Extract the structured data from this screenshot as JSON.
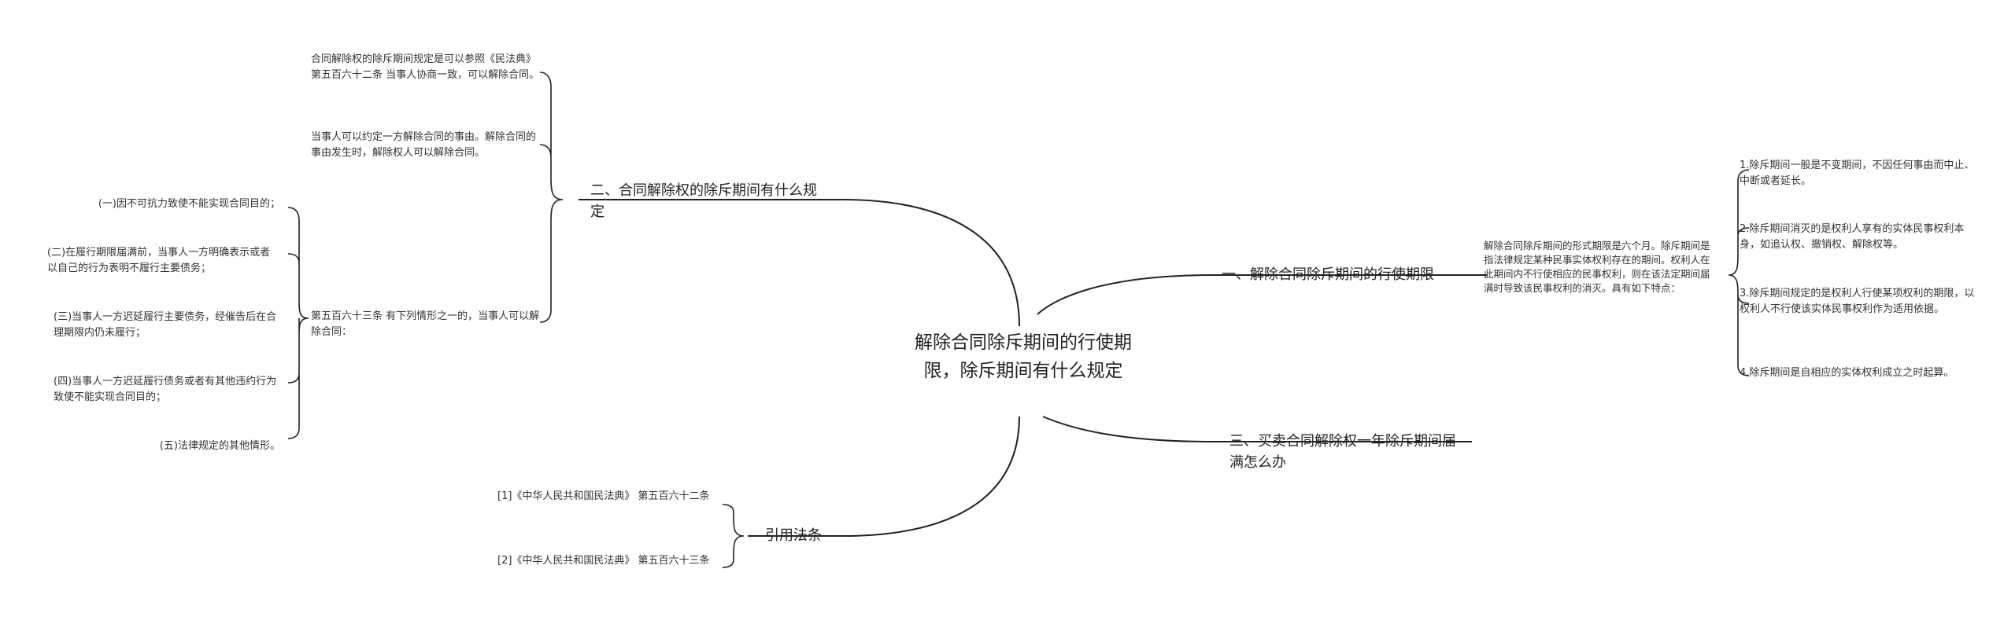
{
  "root": {
    "title": "解除合同除斥期间的行使期限，除斥期间有什么规定"
  },
  "branches": {
    "b1": {
      "label": "一、解除合同除斥期间的行使期限",
      "intro": "解除合同除斥期间的形式期限是六个月。除斥期间是指法律规定某种民事实体权利存在的期间。权利人在此期间内不行使相应的民事权利，则在该法定期间届满时导致该民事权利的消灭。具有如下特点：",
      "points": [
        "1.除斥期间一般是不变期间，不因任何事由而中止、中断或者延长。",
        "2.除斥期间消灭的是权利人享有的实体民事权利本身，如追认权、撤销权、解除权等。",
        "3.除斥期间规定的是权利人行使某项权利的期限，以权利人不行使该实体民事权利作为适用依据。",
        "4.除斥期间是自相应的实体权利成立之时起算。"
      ]
    },
    "b2": {
      "label": "二、合同解除权的除斥期间有什么规定",
      "items": [
        "合同解除权的除斥期间规定是可以参照《民法典》第五百六十二条 当事人协商一致，可以解除合同。",
        "当事人可以约定一方解除合同的事由。解除合同的事由发生时，解除权人可以解除合同。",
        "第五百六十三条 有下列情形之一的，当事人可以解除合同："
      ],
      "subitems": [
        "(一)因不可抗力致使不能实现合同目的；",
        "(二)在履行期限届满前，当事人一方明确表示或者以自己的行为表明不履行主要债务；",
        "(三)当事人一方迟延履行主要债务，经催告后在合理期限内仍未履行；",
        "(四)当事人一方迟延履行债务或者有其他违约行为致使不能实现合同目的；",
        "(五)法律规定的其他情形。"
      ]
    },
    "b3": {
      "label": "三、买卖合同解除权一年除斥期间届满怎么办"
    },
    "b4": {
      "label": "引用法条",
      "refs": [
        "[1]《中华人民共和国民法典》 第五百六十二条",
        "[2]《中华人民共和国民法典》 第五百六十三条"
      ]
    }
  },
  "colors": {
    "line": "#222222",
    "text": "#333333",
    "background": "#ffffff"
  }
}
